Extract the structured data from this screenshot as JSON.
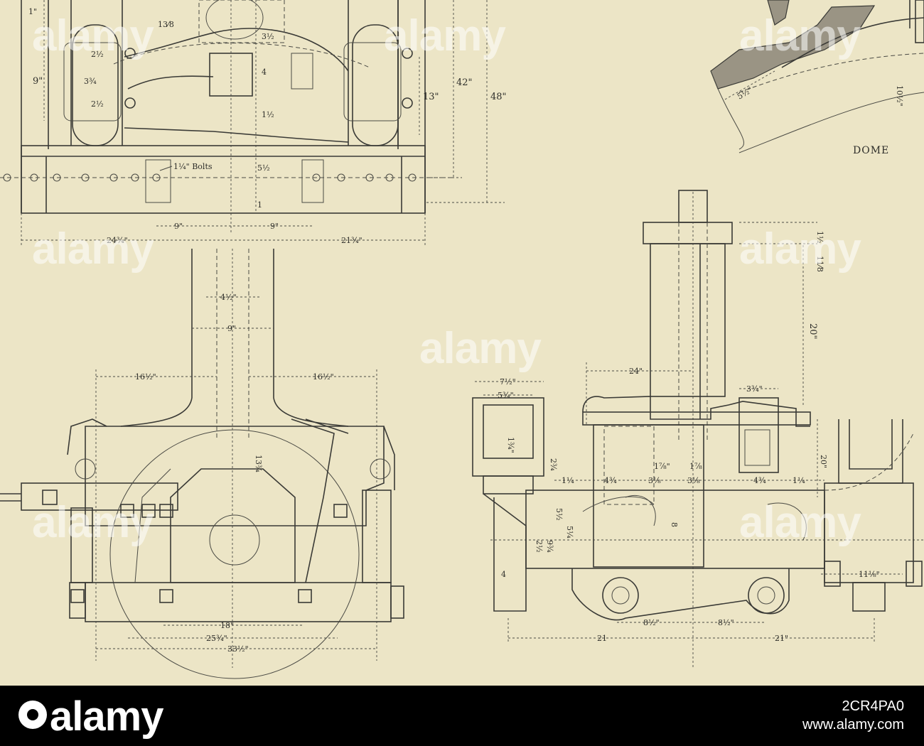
{
  "drawing": {
    "dome_label": "DOME",
    "bolts_label": "1¼\" Bolts",
    "top_view_dims": [
      "1\"",
      "9\"",
      "13⁄8",
      "2½",
      "3¾",
      "2½",
      "3½",
      "4",
      "1½",
      "13\"",
      "42\"",
      "48\"",
      "5½",
      "1",
      "9\"",
      "9\"",
      "24¾\"",
      "21¾\""
    ],
    "front_view_dims": [
      "4½\"",
      "9\"",
      "16½\"",
      "16½\"",
      "18\"",
      "25¾\"",
      "33½\"",
      "13¾"
    ],
    "side_view_dims": [
      "1½",
      "11⁄8",
      "20\"",
      "24\"",
      "3¾\"",
      "7½\"",
      "5¾\"",
      "1¾\"",
      "2¾",
      "1¼",
      "4¾",
      "3⅛",
      "3⅛",
      "4¾",
      "1¼",
      "1⅞\"",
      "1⅞",
      "20\"",
      "5½",
      "5¼",
      "9¾",
      "2½",
      "8",
      "4",
      "8½\"",
      "8½\"",
      "21",
      "21\"",
      "11⅛\""
    ],
    "dome_dims": [
      "5½\"",
      "10½\""
    ]
  },
  "watermark": {
    "text": "alamy"
  },
  "footer": {
    "logo_text": "alamy",
    "image_id": "2CR4PA0",
    "site": "www.alamy.com"
  }
}
